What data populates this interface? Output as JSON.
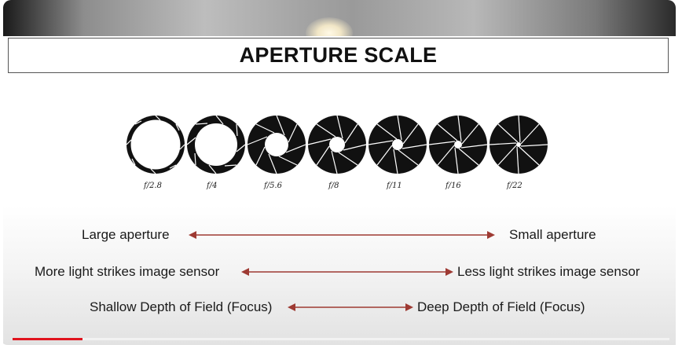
{
  "slide": {
    "title": "APERTURE SCALE",
    "stops": [
      "f/2.8",
      "f/4",
      "f/5.6",
      "f/8",
      "f/11",
      "f/16",
      "f/22"
    ],
    "rows": [
      {
        "left": "Large aperture",
        "right": "Small aperture"
      },
      {
        "left": "More light strikes image sensor",
        "right": "Less light strikes image sensor"
      },
      {
        "left": "Shallow Depth of Field (Focus)",
        "right": "Deep Depth of Field (Focus)"
      }
    ],
    "arrow_color": "#9e3a33"
  },
  "player": {
    "progress_fraction": 0.107,
    "progress_color": "#e0141e"
  }
}
